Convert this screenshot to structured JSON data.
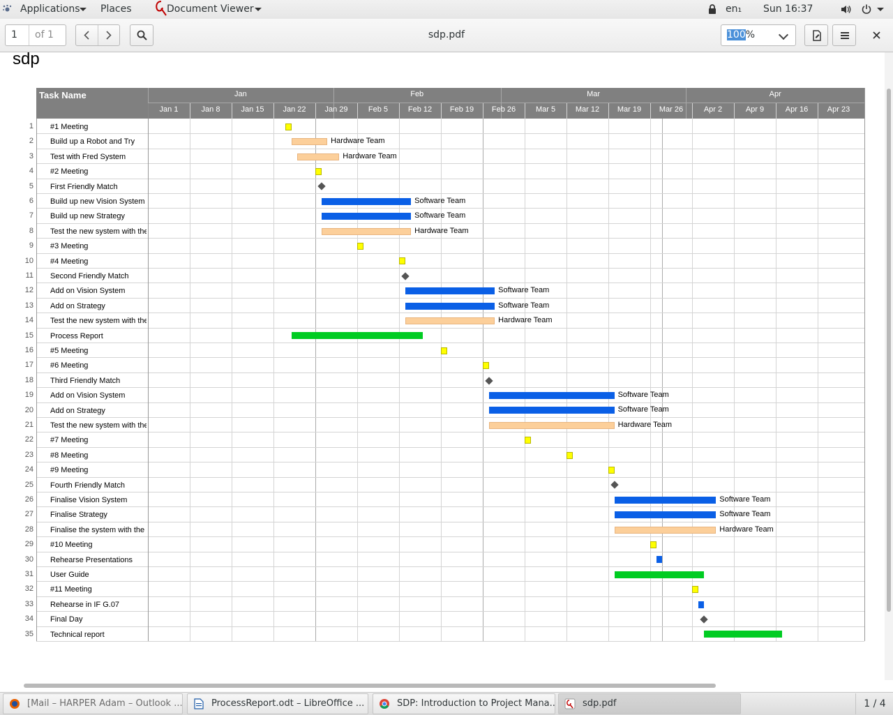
{
  "topbar": {
    "applications": "Applications",
    "places": "Places",
    "active_app": "Document Viewer",
    "keyboard_layout": "en₁",
    "clock": "Sun 16:37"
  },
  "viewer": {
    "page_current": "1",
    "page_total": "of 1",
    "title": "sdp.pdf",
    "zoom_selected": "100",
    "zoom_suffix": "%"
  },
  "document": {
    "heading": "sdp",
    "gantt": {
      "header_task": "Task Name",
      "months": [
        "Jan",
        "Feb",
        "Mar",
        "Apr"
      ],
      "weeks": [
        "Jan 1",
        "Jan 8",
        "Jan 15",
        "Jan 22",
        "Jan 29",
        "Feb 5",
        "Feb 12",
        "Feb 19",
        "Feb 26",
        "Mar 5",
        "Mar 12",
        "Mar 19",
        "Mar 26",
        "Apr 2",
        "Apr 9",
        "Apr 16",
        "Apr 23"
      ],
      "tasks": [
        {
          "num": "1",
          "name": "#1 Meeting",
          "type": "meeting",
          "start": "Jan 24",
          "end": "Jan 24",
          "label": ""
        },
        {
          "num": "2",
          "name": "Build up a Robot and Try",
          "type": "hardware",
          "start": "Jan 25",
          "end": "Jan 30",
          "label": "Hardware Team"
        },
        {
          "num": "3",
          "name": "Test with Fred System",
          "type": "hardware",
          "start": "Jan 26",
          "end": "Feb 1",
          "label": "Hardware Team"
        },
        {
          "num": "4",
          "name": "#2 Meeting",
          "type": "meeting",
          "start": "Jan 29",
          "end": "Jan 29",
          "label": ""
        },
        {
          "num": "5",
          "name": "First Friendly Match",
          "type": "milestone",
          "start": "Jan 30",
          "end": "Jan 30",
          "label": ""
        },
        {
          "num": "6",
          "name": "Build up new Vision System",
          "type": "software",
          "start": "Jan 30",
          "end": "Feb 13",
          "label": "Software Team"
        },
        {
          "num": "7",
          "name": "Build up new Strategy",
          "type": "software",
          "start": "Jan 30",
          "end": "Feb 13",
          "label": "Software Team"
        },
        {
          "num": "8",
          "name": "Test the new system with the",
          "type": "hardware",
          "start": "Jan 30",
          "end": "Feb 13",
          "label": "Hardware Team"
        },
        {
          "num": "9",
          "name": "#3 Meeting",
          "type": "meeting",
          "start": "Feb 5",
          "end": "Feb 5",
          "label": ""
        },
        {
          "num": "10",
          "name": "#4 Meeting",
          "type": "meeting",
          "start": "Feb 12",
          "end": "Feb 12",
          "label": ""
        },
        {
          "num": "11",
          "name": "Second Friendly Match",
          "type": "milestone",
          "start": "Feb 13",
          "end": "Feb 13",
          "label": ""
        },
        {
          "num": "12",
          "name": "Add on Vision System",
          "type": "software",
          "start": "Feb 13",
          "end": "Feb 27",
          "label": "Software Team"
        },
        {
          "num": "13",
          "name": "Add on Strategy",
          "type": "software",
          "start": "Feb 13",
          "end": "Feb 27",
          "label": "Software Team"
        },
        {
          "num": "14",
          "name": "Test the new system with the",
          "type": "hardware",
          "start": "Feb 13",
          "end": "Feb 27",
          "label": "Hardware Team"
        },
        {
          "num": "15",
          "name": "Process Report",
          "type": "report",
          "start": "Jan 25",
          "end": "Feb 15",
          "label": ""
        },
        {
          "num": "16",
          "name": "#5 Meeting",
          "type": "meeting",
          "start": "Feb 19",
          "end": "Feb 19",
          "label": ""
        },
        {
          "num": "17",
          "name": "#6 Meeting",
          "type": "meeting",
          "start": "Feb 26",
          "end": "Feb 26",
          "label": ""
        },
        {
          "num": "18",
          "name": "Third Friendly Match",
          "type": "milestone",
          "start": "Feb 27",
          "end": "Feb 27",
          "label": ""
        },
        {
          "num": "19",
          "name": "Add on Vision System",
          "type": "software",
          "start": "Feb 27",
          "end": "Mar 19",
          "label": "Software Team"
        },
        {
          "num": "20",
          "name": "Add on Strategy",
          "type": "software",
          "start": "Feb 27",
          "end": "Mar 19",
          "label": "Software Team"
        },
        {
          "num": "21",
          "name": "Test the new system with the",
          "type": "hardware",
          "start": "Feb 27",
          "end": "Mar 19",
          "label": "Hardware Team"
        },
        {
          "num": "22",
          "name": "#7 Meeting",
          "type": "meeting",
          "start": "Mar 5",
          "end": "Mar 5",
          "label": ""
        },
        {
          "num": "23",
          "name": "#8 Meeting",
          "type": "meeting",
          "start": "Mar 12",
          "end": "Mar 12",
          "label": ""
        },
        {
          "num": "24",
          "name": "#9 Meeting",
          "type": "meeting",
          "start": "Mar 19",
          "end": "Mar 19",
          "label": ""
        },
        {
          "num": "25",
          "name": "Fourth Friendly Match",
          "type": "milestone",
          "start": "Mar 20",
          "end": "Mar 20",
          "label": ""
        },
        {
          "num": "26",
          "name": "Finalise Vision System",
          "type": "software",
          "start": "Mar 20",
          "end": "Apr 5",
          "label": "Software Team"
        },
        {
          "num": "27",
          "name": "Finalise Strategy",
          "type": "software",
          "start": "Mar 20",
          "end": "Apr 5",
          "label": "Software Team"
        },
        {
          "num": "28",
          "name": "Finalise the system with the",
          "type": "hardware",
          "start": "Mar 20",
          "end": "Apr 5",
          "label": "Hardware Team"
        },
        {
          "num": "29",
          "name": "#10 Meeting",
          "type": "meeting",
          "start": "Mar 26",
          "end": "Mar 26",
          "label": ""
        },
        {
          "num": "30",
          "name": "Rehearse Presentations",
          "type": "software-short",
          "start": "Mar 27",
          "end": "Mar 27",
          "label": ""
        },
        {
          "num": "31",
          "name": "User Guide",
          "type": "report",
          "start": "Mar 20",
          "end": "Apr 3",
          "label": ""
        },
        {
          "num": "32",
          "name": "#11 Meeting",
          "type": "meeting",
          "start": "Apr 2",
          "end": "Apr 2",
          "label": ""
        },
        {
          "num": "33",
          "name": "Rehearse in IF G.07",
          "type": "software-short",
          "start": "Apr 3",
          "end": "Apr 3",
          "label": ""
        },
        {
          "num": "34",
          "name": "Final Day",
          "type": "milestone",
          "start": "Apr 4",
          "end": "Apr 4",
          "label": ""
        },
        {
          "num": "35",
          "name": "Technical report",
          "type": "report",
          "start": "Apr 4",
          "end": "Apr 16",
          "label": ""
        }
      ]
    }
  },
  "taskbar": {
    "items": [
      {
        "label": "[Mail – HARPER Adam – Outlook ...",
        "icon": "firefox-icon"
      },
      {
        "label": "ProcessReport.odt – LibreOffice ...",
        "icon": "libreoffice-writer-icon"
      },
      {
        "label": "SDP: Introduction to Project Mana...",
        "icon": "chrome-icon"
      },
      {
        "label": "sdp.pdf",
        "icon": "document-viewer-icon"
      }
    ],
    "workspace": "1 / 4"
  },
  "colors": {
    "software": "#0a5fe6",
    "hardware": "#fccf9a",
    "report": "#00cc22",
    "meeting": "#ffff00",
    "milestone": "#555555",
    "header": "#808080"
  }
}
